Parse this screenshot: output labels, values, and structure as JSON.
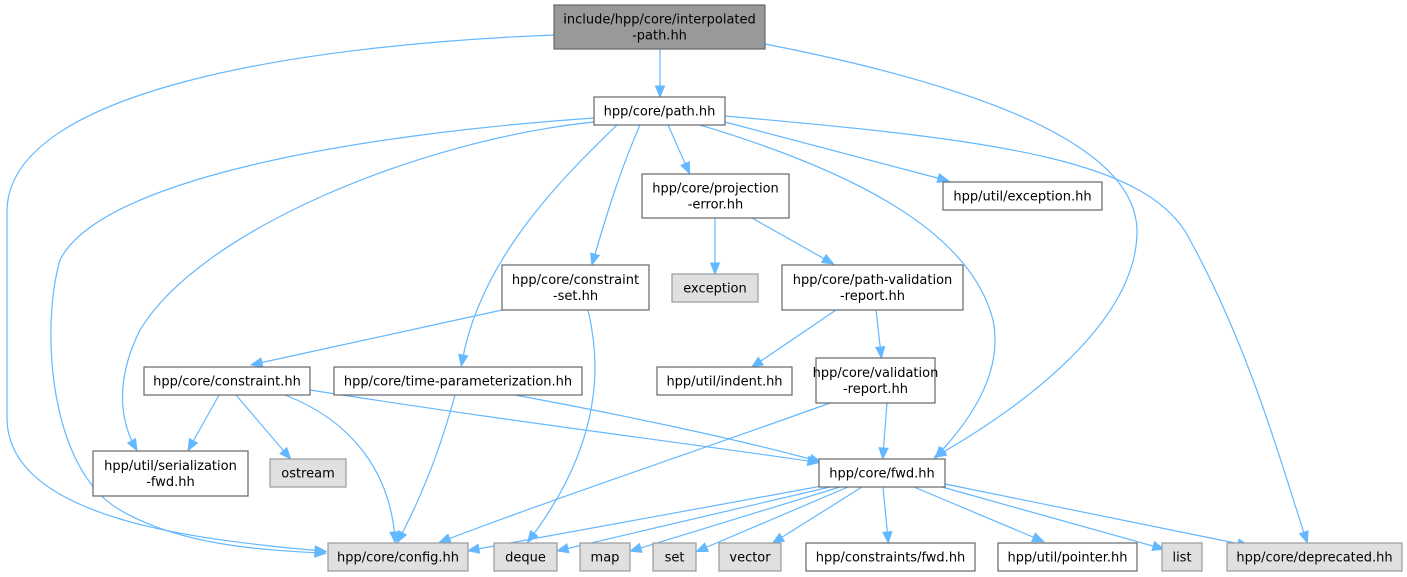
{
  "diagram": {
    "title": "Include dependency graph for include/hpp/core/interpolated-path.hh",
    "colors": {
      "edge": "#63b8ff",
      "root_fill": "#999999",
      "local_fill": "#ffffff",
      "system_fill": "#e0e0e0",
      "border": "#666666"
    },
    "nodes": {
      "root": {
        "lines": [
          "include/hpp/core/interpolated",
          "-path.hh"
        ],
        "kind": "root"
      },
      "path": {
        "lines": [
          "hpp/core/path.hh"
        ],
        "kind": "local"
      },
      "projection_error": {
        "lines": [
          "hpp/core/projection",
          "-error.hh"
        ],
        "kind": "local"
      },
      "util_exception": {
        "lines": [
          "hpp/util/exception.hh"
        ],
        "kind": "local"
      },
      "constraint_set": {
        "lines": [
          "hpp/core/constraint",
          "-set.hh"
        ],
        "kind": "local"
      },
      "exception": {
        "lines": [
          "exception"
        ],
        "kind": "system"
      },
      "path_validation_report": {
        "lines": [
          "hpp/core/path-validation",
          "-report.hh"
        ],
        "kind": "local"
      },
      "constraint": {
        "lines": [
          "hpp/core/constraint.hh"
        ],
        "kind": "local"
      },
      "time_parameterization": {
        "lines": [
          "hpp/core/time-parameterization.hh"
        ],
        "kind": "local"
      },
      "indent": {
        "lines": [
          "hpp/util/indent.hh"
        ],
        "kind": "local"
      },
      "validation_report": {
        "lines": [
          "hpp/core/validation",
          "-report.hh"
        ],
        "kind": "local"
      },
      "serialization_fwd": {
        "lines": [
          "hpp/util/serialization",
          "-fwd.hh"
        ],
        "kind": "local"
      },
      "ostream": {
        "lines": [
          "ostream"
        ],
        "kind": "system"
      },
      "fwd": {
        "lines": [
          "hpp/core/fwd.hh"
        ],
        "kind": "local"
      },
      "config": {
        "lines": [
          "hpp/core/config.hh"
        ],
        "kind": "system"
      },
      "deque": {
        "lines": [
          "deque"
        ],
        "kind": "system"
      },
      "map": {
        "lines": [
          "map"
        ],
        "kind": "system"
      },
      "set": {
        "lines": [
          "set"
        ],
        "kind": "system"
      },
      "vector": {
        "lines": [
          "vector"
        ],
        "kind": "system"
      },
      "constraints_fwd": {
        "lines": [
          "hpp/constraints/fwd.hh"
        ],
        "kind": "local"
      },
      "pointer": {
        "lines": [
          "hpp/util/pointer.hh"
        ],
        "kind": "local"
      },
      "list": {
        "lines": [
          "list"
        ],
        "kind": "system"
      },
      "deprecated": {
        "lines": [
          "hpp/core/deprecated.hh"
        ],
        "kind": "system"
      }
    },
    "edges": [
      [
        "root",
        "path"
      ],
      [
        "root",
        "config"
      ],
      [
        "root",
        "fwd"
      ],
      [
        "path",
        "projection_error"
      ],
      [
        "path",
        "util_exception"
      ],
      [
        "path",
        "constraint_set"
      ],
      [
        "path",
        "time_parameterization"
      ],
      [
        "path",
        "serialization_fwd"
      ],
      [
        "path",
        "config"
      ],
      [
        "path",
        "fwd"
      ],
      [
        "path",
        "deprecated"
      ],
      [
        "projection_error",
        "exception"
      ],
      [
        "projection_error",
        "path_validation_report"
      ],
      [
        "constraint_set",
        "constraint"
      ],
      [
        "constraint_set",
        "deque"
      ],
      [
        "path_validation_report",
        "indent"
      ],
      [
        "path_validation_report",
        "validation_report"
      ],
      [
        "constraint",
        "serialization_fwd"
      ],
      [
        "constraint",
        "ostream"
      ],
      [
        "constraint",
        "config"
      ],
      [
        "constraint",
        "fwd"
      ],
      [
        "time_parameterization",
        "config"
      ],
      [
        "time_parameterization",
        "fwd"
      ],
      [
        "validation_report",
        "config"
      ],
      [
        "validation_report",
        "fwd"
      ],
      [
        "fwd",
        "config"
      ],
      [
        "fwd",
        "deque"
      ],
      [
        "fwd",
        "map"
      ],
      [
        "fwd",
        "set"
      ],
      [
        "fwd",
        "vector"
      ],
      [
        "fwd",
        "constraints_fwd"
      ],
      [
        "fwd",
        "pointer"
      ],
      [
        "fwd",
        "list"
      ],
      [
        "fwd",
        "deprecated"
      ]
    ]
  }
}
